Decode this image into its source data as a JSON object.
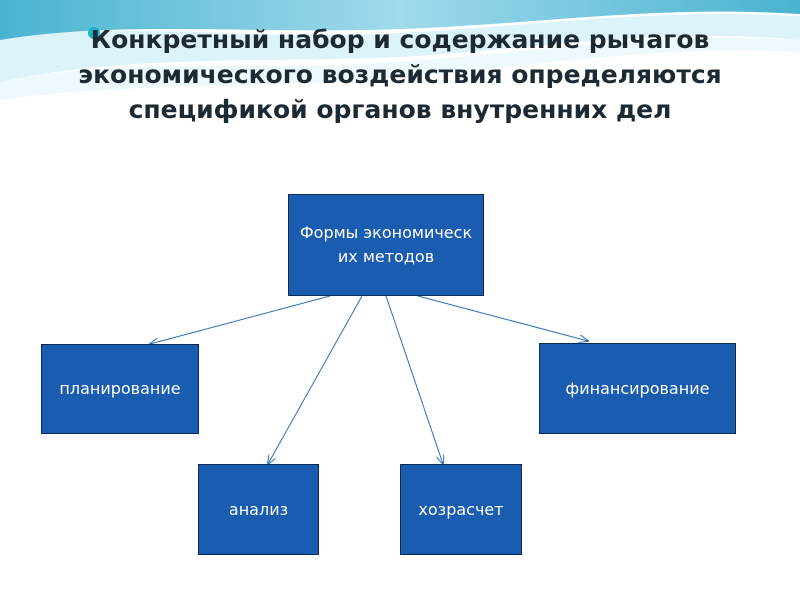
{
  "slide": {
    "title": "Конкретный набор и содержание рычагов экономического воздействия определяются спецификой органов внутренних дел"
  },
  "diagram": {
    "root": "Формы экономических методов",
    "nodes": {
      "planning": "планирование",
      "financing": "финансирование",
      "analysis": "анализ",
      "costing": "хозрасчет"
    }
  },
  "colors": {
    "box_fill": "#1a5cb0",
    "box_border": "#0c2b57",
    "connector": "#2f6fb5",
    "bullet": "#16b6c9",
    "title_text": "#1e2a33"
  }
}
